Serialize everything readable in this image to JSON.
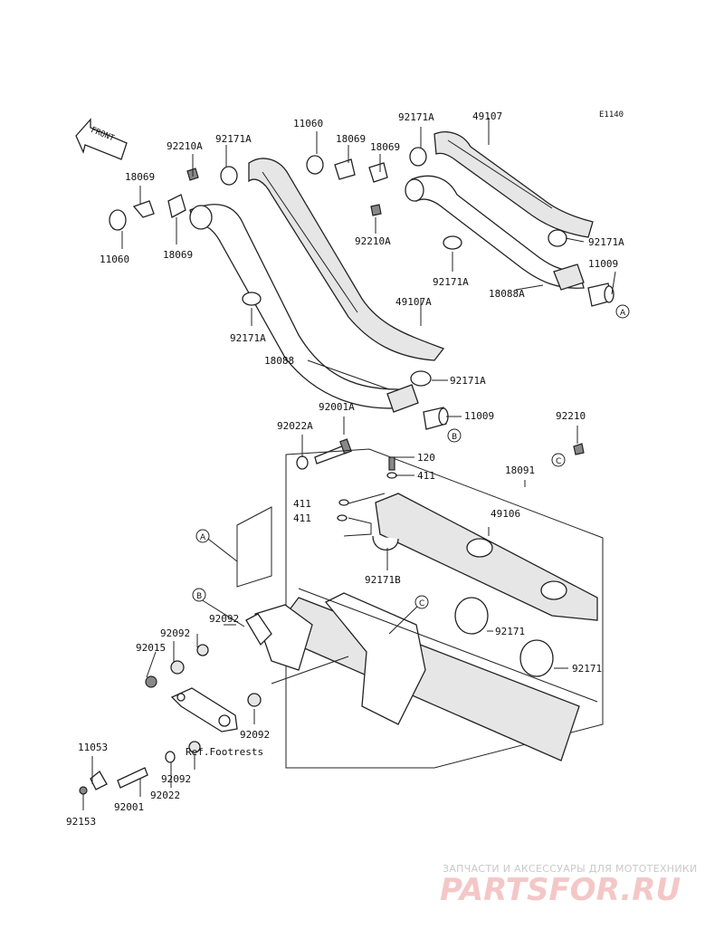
{
  "diagram_code": "E1140",
  "front_label": "FRONT",
  "ref_note": "Ref.Footrests",
  "callouts": {
    "a": "A",
    "b": "B",
    "c": "C"
  },
  "parts": {
    "p11060_a": "11060",
    "p11060_b": "11060",
    "p18069_a": "18069",
    "p18069_b": "18069",
    "p18069_c": "18069",
    "p18069_d": "18069",
    "p92210a_a": "92210A",
    "p92210a_b": "92210A",
    "p92171a_a": "92171A",
    "p92171a_b": "92171A",
    "p92171a_c": "92171A",
    "p92171a_d": "92171A",
    "p92171a_e": "92171A",
    "p92171a_f": "92171A",
    "p49107": "49107",
    "p49107a": "49107A",
    "p11009_a": "11009",
    "p11009_b": "11009",
    "p18088a": "18088A",
    "p18088": "18088",
    "p92001a": "92001A",
    "p92022a": "92022A",
    "p92210": "92210",
    "p120": "120",
    "p411_a": "411",
    "p411_b": "411",
    "p411_c": "411",
    "p18091": "18091",
    "p49106": "49106",
    "p92171b": "92171B",
    "p92171_a": "92171",
    "p92171_b": "92171",
    "p92092_a": "92092",
    "p92092_b": "92092",
    "p92092_c": "92092",
    "p92092_d": "92092",
    "p92015": "92015",
    "p11053": "11053",
    "p92022": "92022",
    "p92001": "92001",
    "p92153": "92153"
  },
  "watermark": {
    "tagline": "ЗАПЧАСТИ И АКСЕССУАРЫ ДЛЯ МОТОТЕХНИКИ",
    "brand": "PARTSFOR.RU"
  }
}
